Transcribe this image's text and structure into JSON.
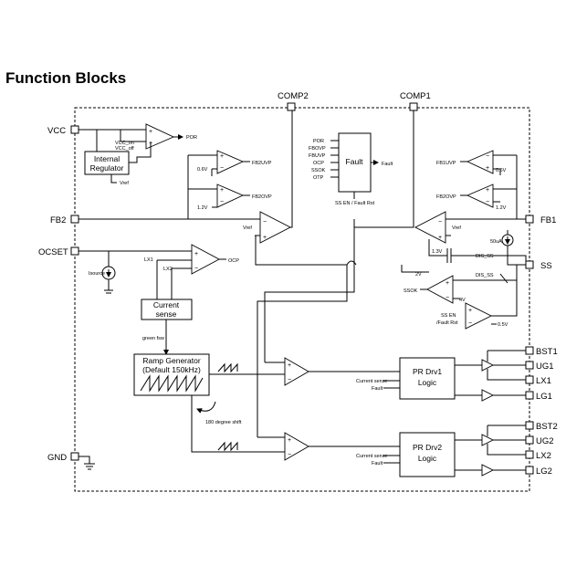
{
  "title": "Function Blocks",
  "pins": {
    "vcc": "VCC",
    "fb2": "FB2",
    "ocset": "OCSET",
    "gnd": "GND",
    "comp2": "COMP2",
    "comp1": "COMP1",
    "fb1": "FB1",
    "ss": "SS",
    "bst1": "BST1",
    "ug1": "UG1",
    "lx1": "LX1",
    "lg1": "LG1",
    "bst2": "BST2",
    "ug2": "UG2",
    "lx2": "LX2",
    "lg2": "LG2"
  },
  "blocks": {
    "regulator_line1": "Internal",
    "regulator_line2": "Regulator",
    "fault": "Fault",
    "current_sense_line1": "Current",
    "current_sense_line2": "sense",
    "ramp_line1": "Ramp Generator",
    "ramp_line2": "(Default 150kHz)",
    "drv1_line1": "PR Drv1",
    "drv1_line2": "Logic",
    "drv2_line1": "PR Drv2",
    "drv2_line2": "Logic"
  },
  "labels": {
    "por": "POR",
    "vcc_on": "VCC_on",
    "vcc_off": "VCC_off",
    "vref_reg": "Vref",
    "v0_6_left": "0.6V",
    "fb2uvp": "FB2UVP",
    "v1_2_left": "1.2V",
    "fb2ovp": "FB2OVP",
    "vref_ea2": "Vref",
    "lx1": "LX1",
    "lx2": "LX2",
    "ocp": "OCP",
    "isource": "Isource",
    "green_fsw": "green fsw",
    "fault_in_por": "POR",
    "fault_in_fbovp": "FBOVP",
    "fault_in_fbuvp": "FBUVP",
    "fault_in_ocp": "OCP",
    "fault_in_ssok": "SSOK",
    "fault_in_otp": "OTP",
    "fault_out": "Fault",
    "fault_bottom": "SS EN / Fault Rst",
    "fb1uvp": "FB1UVP",
    "v0_6_right": "0.6V",
    "fb2ovp_right": "FB2OVP",
    "v1_2_right": "1.2V",
    "vref_ea1": "Vref",
    "v1_3": "1.3V",
    "ua50": "50uA",
    "dis_ss_1": "DIS_SS",
    "v2": "2V",
    "dis_ss_2": "DIS_SS",
    "ssok": "SSOK",
    "v4": "4V",
    "ss_en_fault_rst": "SS EN",
    "fault_rst": "/Fault Rst",
    "v0_5": "0.5V",
    "shift": "180 degree shift",
    "current_sense_1": "Current sense",
    "fault_1": "Fault",
    "current_sense_2": "Current sense",
    "fault_2": "Fault"
  }
}
